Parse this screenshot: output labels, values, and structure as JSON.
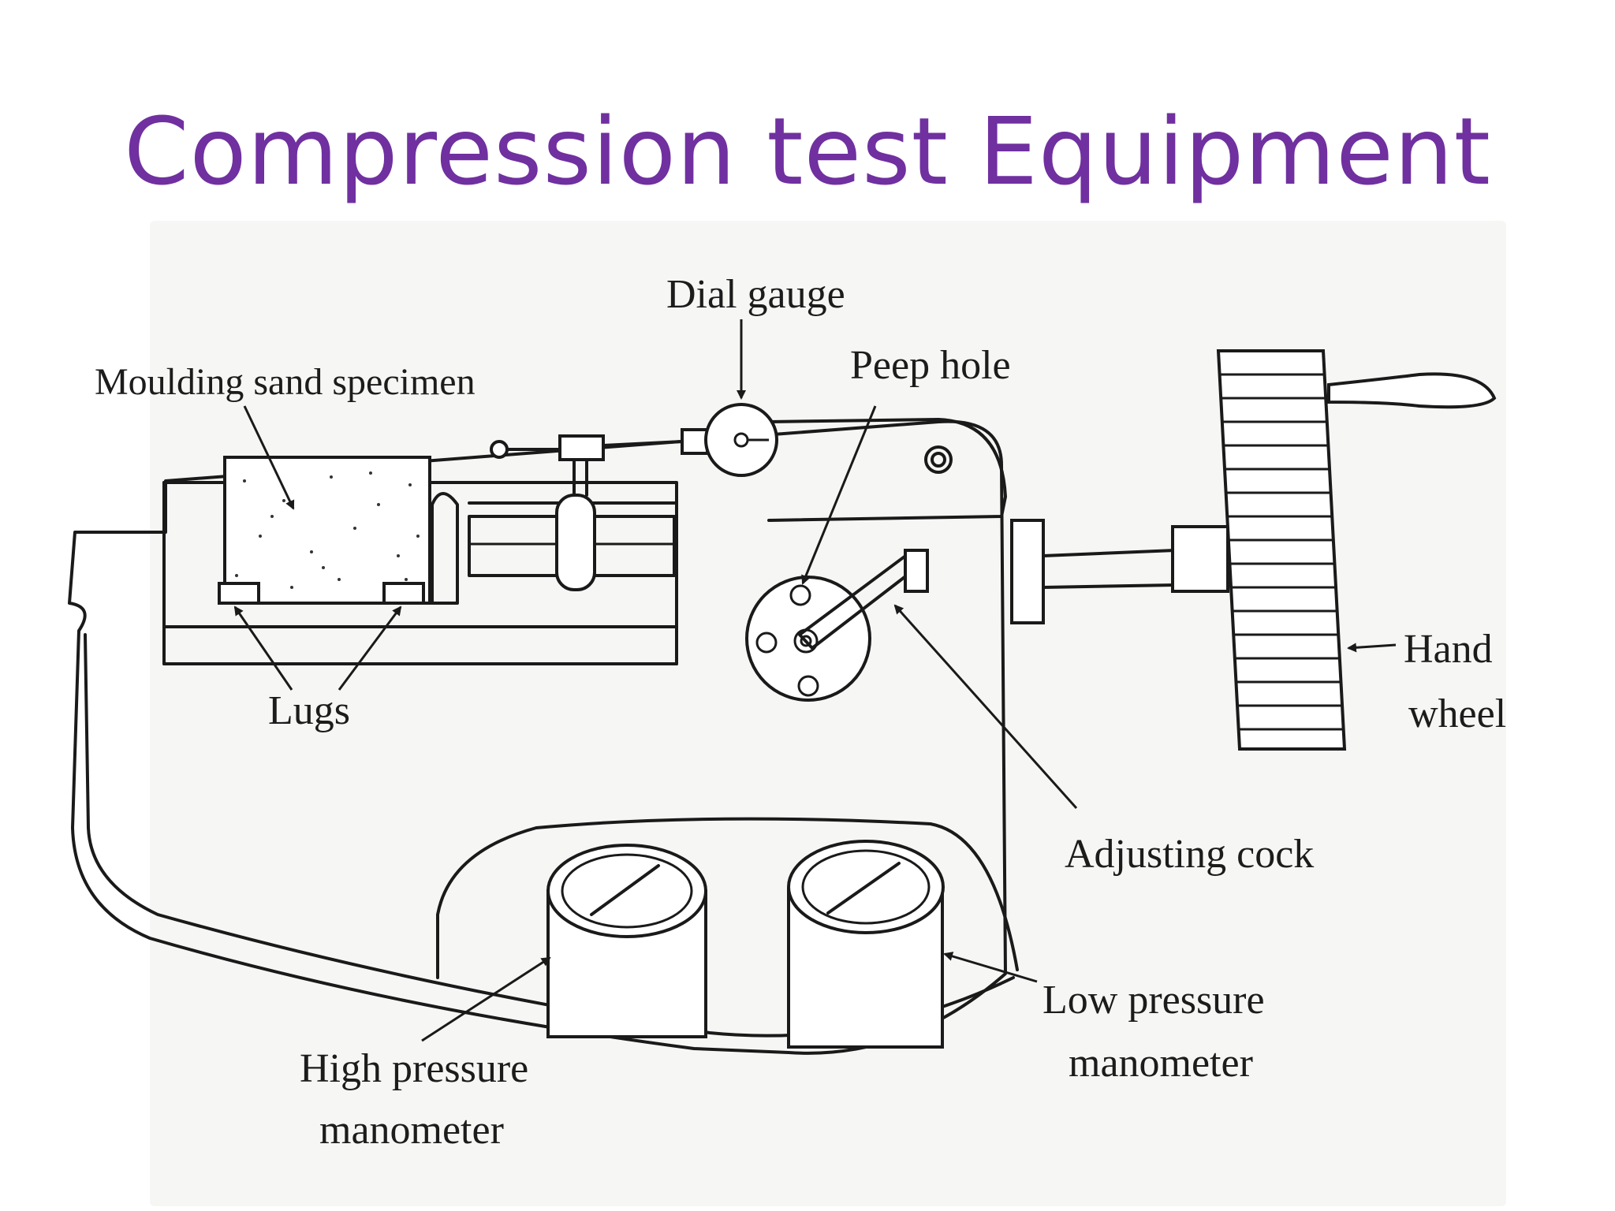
{
  "title": "Compression test Equipment",
  "labels": {
    "dial_gauge": "Dial gauge",
    "peep_hole": "Peep hole",
    "moulding_sand_specimen": "Moulding sand specimen",
    "hand_wheel_1": "Hand",
    "hand_wheel_2": "wheel",
    "lugs": "Lugs",
    "adjusting_cock": "Adjusting cock",
    "low_pressure_1": "Low pressure",
    "low_pressure_2": "manometer",
    "high_pressure_1": "High pressure",
    "high_pressure_2": "manometer"
  },
  "colors": {
    "title": "#7030a0",
    "line": "#1a1a1a",
    "paper": "#f6f6f4"
  }
}
